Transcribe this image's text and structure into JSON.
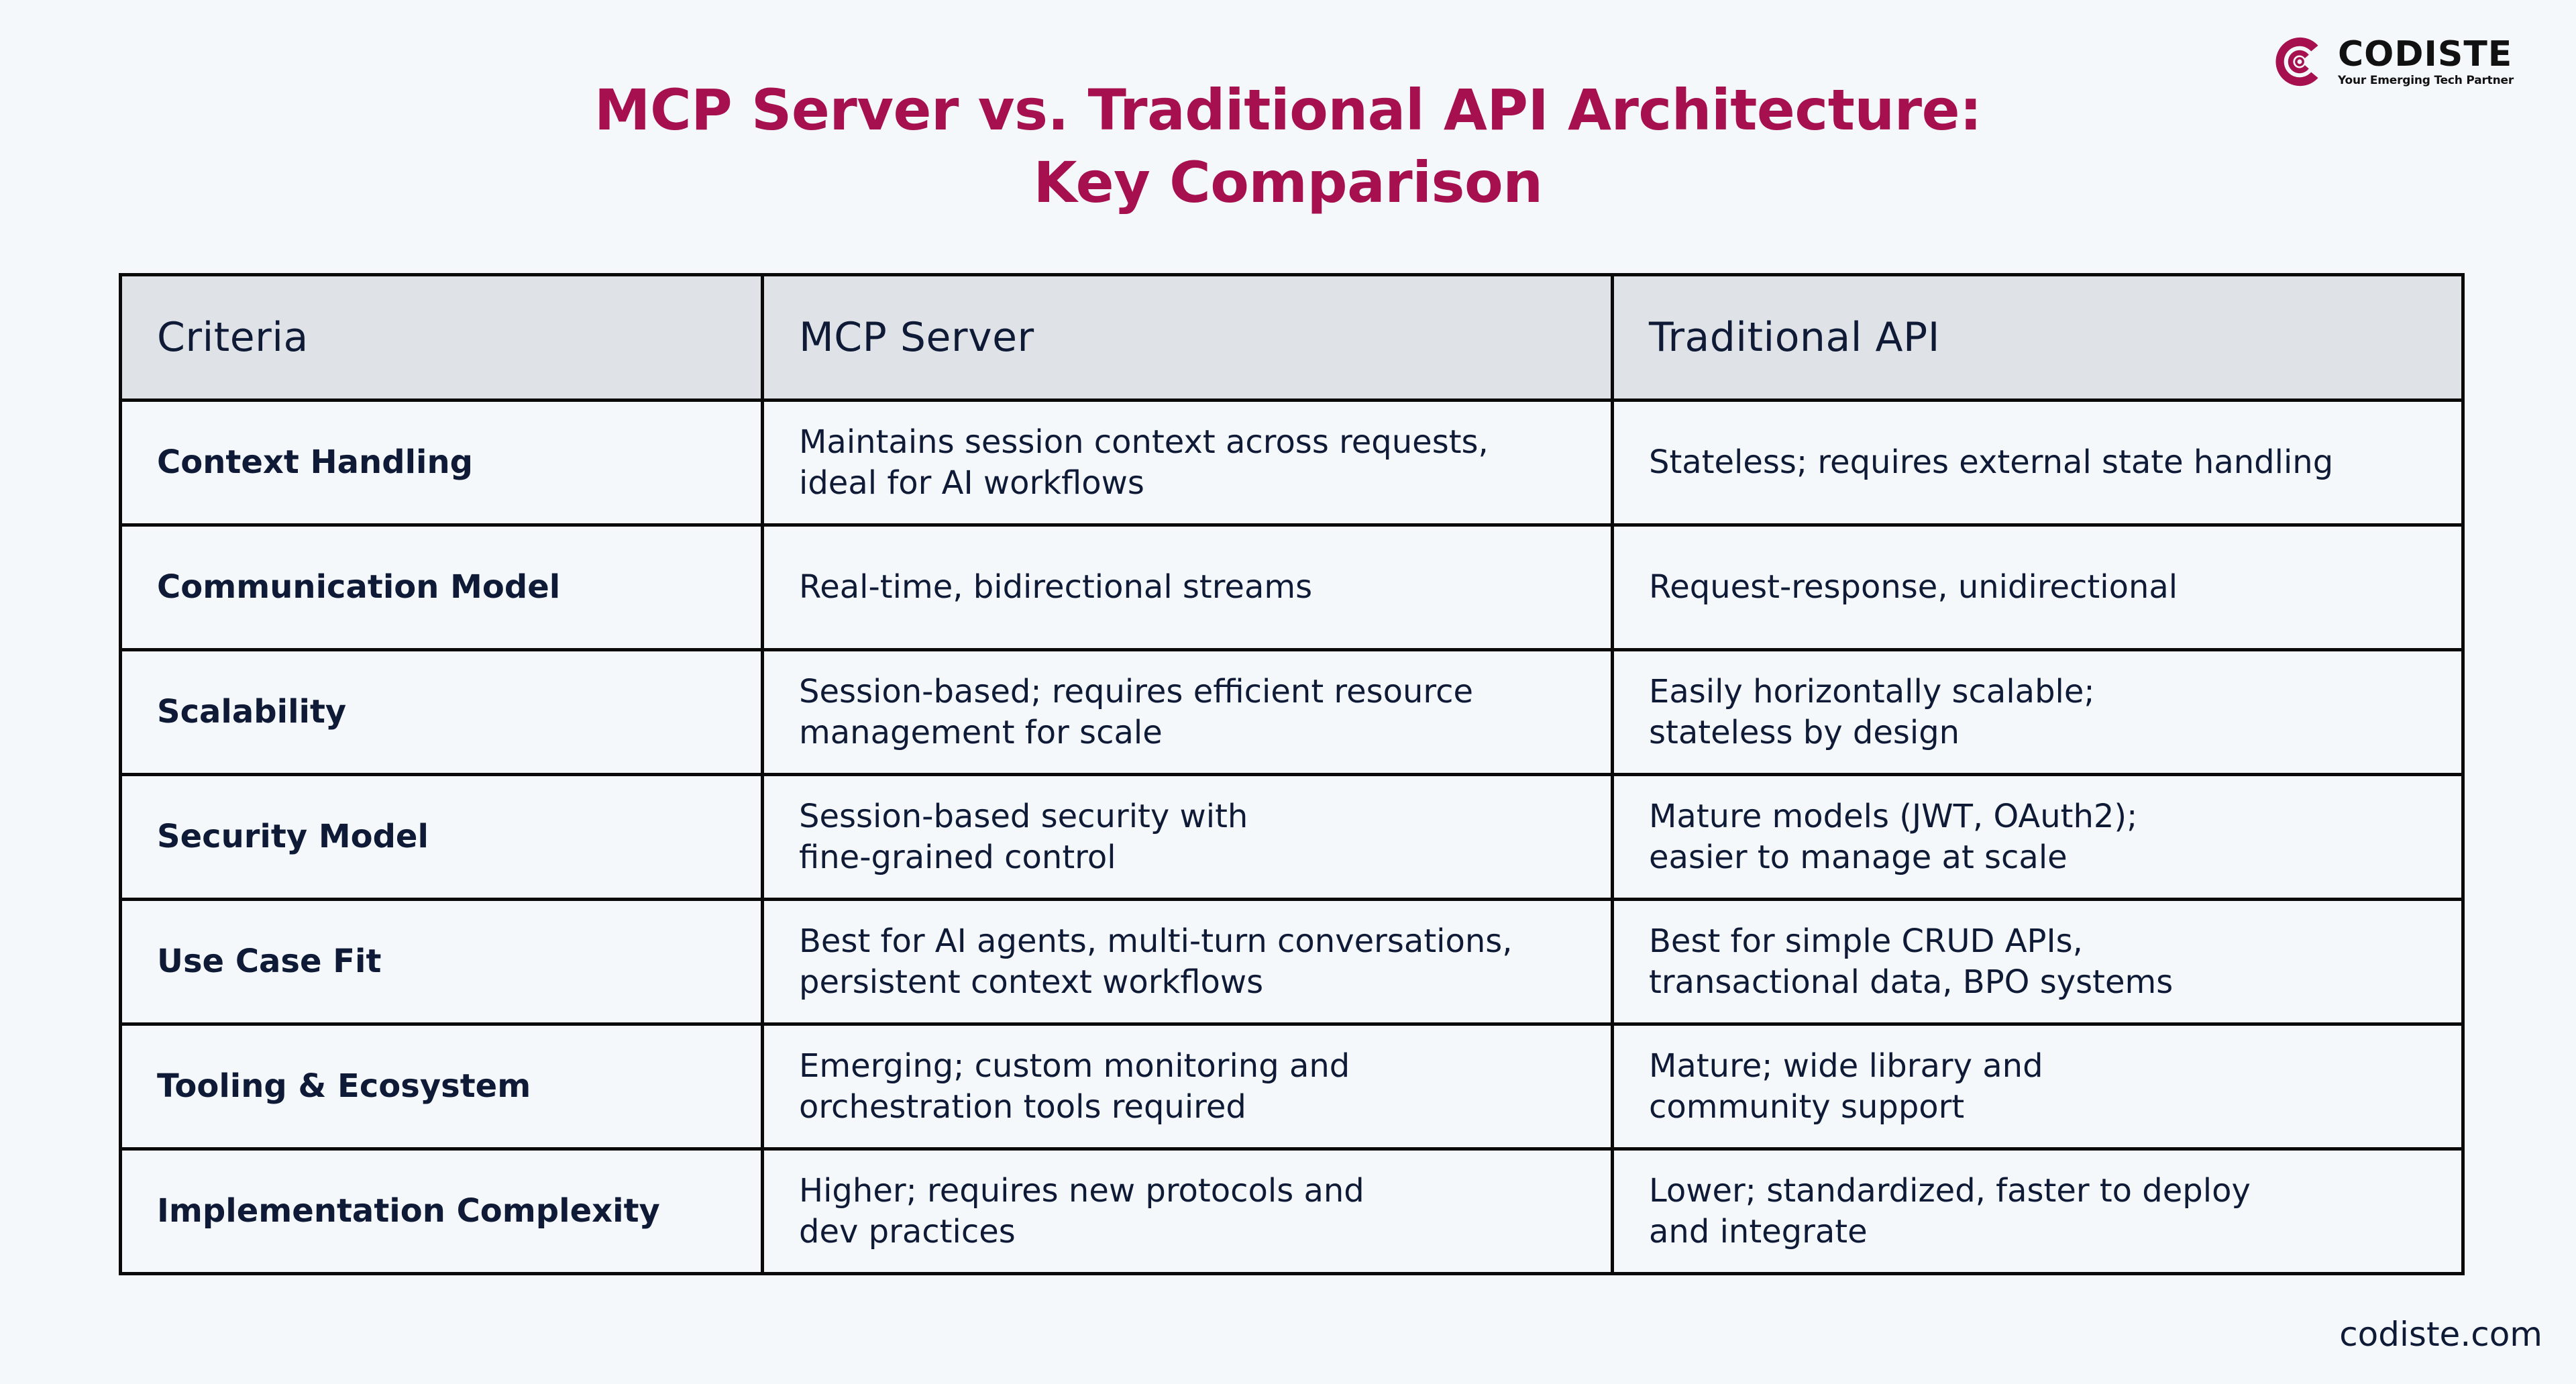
{
  "brand": {
    "name": "CODISTE",
    "tagline": "Your Emerging Tech Partner",
    "accent_color": "#a6104e",
    "icon": "codiste-c-logo-icon"
  },
  "title": {
    "line1": "MCP Server vs. Traditional API Architecture:",
    "line2": "Key Comparison"
  },
  "table": {
    "headers": [
      "Criteria",
      "MCP Server",
      "Traditional API"
    ],
    "rows": [
      {
        "criteria": "Context Handling",
        "mcp": [
          "Maintains session context across requests,",
          "ideal for AI workflows"
        ],
        "api": [
          "Stateless; requires external state handling"
        ]
      },
      {
        "criteria": "Communication Model",
        "mcp": [
          "Real-time, bidirectional streams"
        ],
        "api": [
          "Request-response, unidirectional"
        ]
      },
      {
        "criteria": "Scalability",
        "mcp": [
          "Session-based; requires efficient resource",
          "management for scale"
        ],
        "api": [
          "Easily horizontally scalable;",
          "stateless by design"
        ]
      },
      {
        "criteria": "Security Model",
        "mcp": [
          "Session-based security with",
          "fine-grained control"
        ],
        "api": [
          "Mature models (JWT, OAuth2);",
          "easier to manage at scale"
        ]
      },
      {
        "criteria": "Use Case Fit",
        "mcp": [
          "Best for AI agents, multi-turn conversations,",
          "persistent context workflows"
        ],
        "api": [
          "Best for simple CRUD APIs,",
          "transactional data, BPO systems"
        ]
      },
      {
        "criteria": "Tooling & Ecosystem",
        "mcp": [
          "Emerging; custom monitoring and",
          "orchestration tools required"
        ],
        "api": [
          "Mature; wide library and",
          "community support"
        ]
      },
      {
        "criteria": "Implementation Complexity",
        "mcp": [
          "Higher; requires new protocols and",
          "dev practices"
        ],
        "api": [
          "Lower; standardized, faster to deploy",
          "and integrate"
        ]
      }
    ]
  },
  "footer": {
    "website": "codiste.com"
  }
}
